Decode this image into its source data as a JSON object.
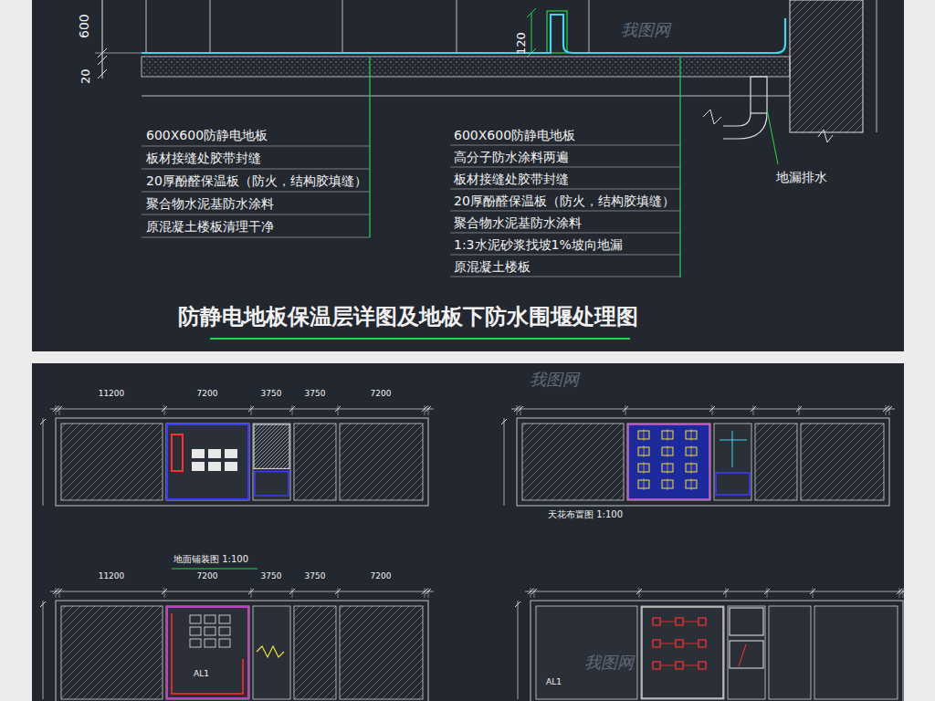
{
  "diagram": {
    "title": "防静电地板保温层详图及地板下防水围堰处理图",
    "labels": [
      "600",
      "20",
      "120",
      "600X600防静电地板",
      "板材接缝处胶带封缝",
      "20厚酚醛保温板（防火，结构胶填缝）",
      "聚合物水泥基防水涂料",
      "原混凝土楼板清理干净",
      "600X600防静电地板",
      "高分子防水涂料两遍",
      "板材接缝处胶带封缝",
      "20厚酚醛保温板（防火，结构胶填缝）",
      "聚合物水泥基防水涂料",
      "1:3水泥砂浆找坡1%坡向地漏",
      "原混凝土楼板",
      "地漏排水",
      "11200",
      "7200",
      "3750",
      "3750",
      "7200",
      "11200",
      "7200",
      "3750",
      "3750",
      "7200",
      "地面铺装图 1:100",
      "天花布置图 1:100",
      "AL1",
      "AL1",
      "我图网",
      "我图网",
      "我图网"
    ]
  }
}
